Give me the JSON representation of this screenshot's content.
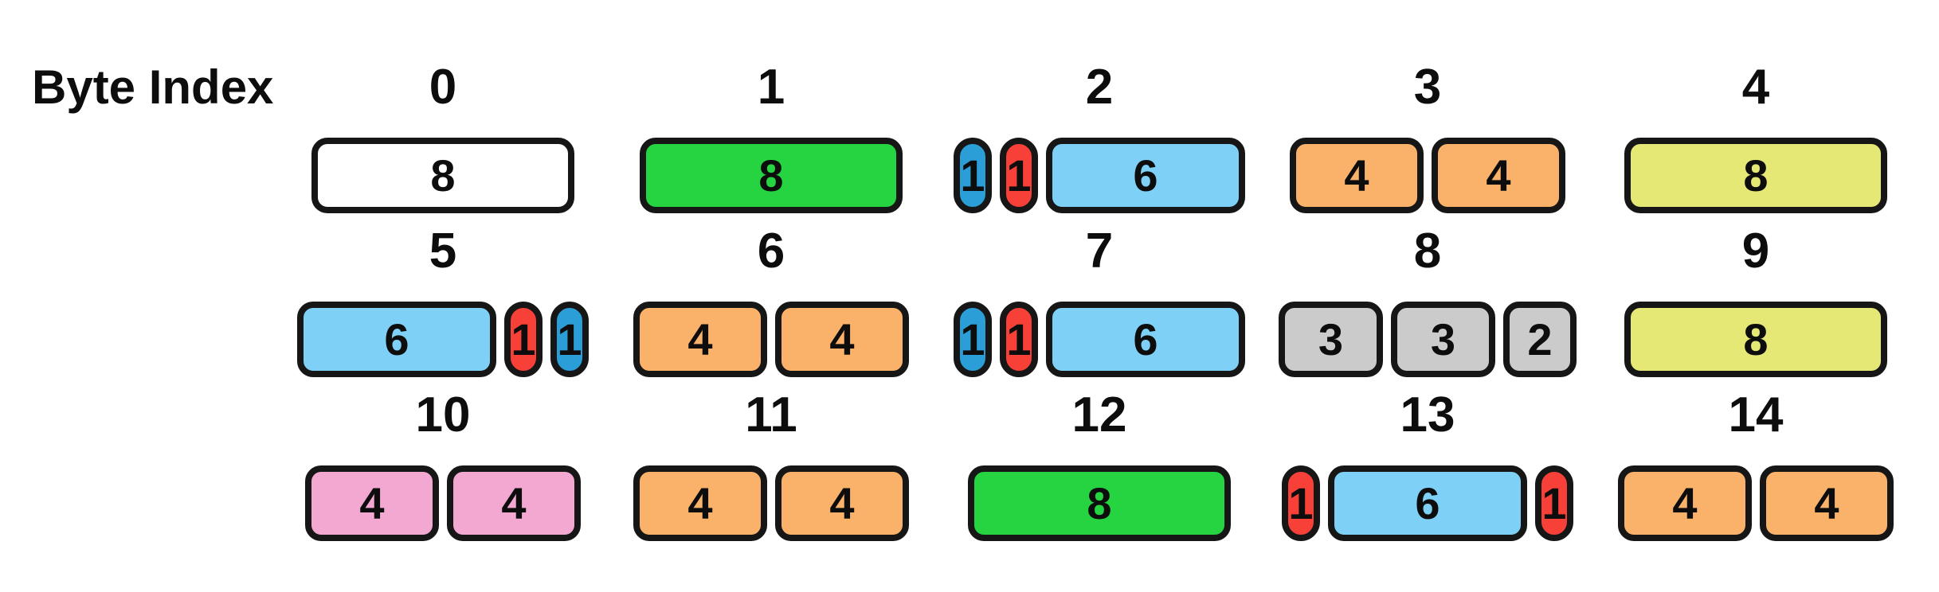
{
  "title": "Byte Index",
  "palette": {
    "white": "#ffffff",
    "green": "#26d341",
    "blue": "#2b9ed8",
    "red": "#f74138",
    "lightblue": "#7fd0f6",
    "orange": "#fab26b",
    "yellowgreen": "#e6e876",
    "gray": "#cbcbcb",
    "pink": "#f3a8d1",
    "border": "#161616",
    "text": "#0d0d0d"
  },
  "bytes": [
    {
      "index": "0",
      "segments": [
        {
          "value": "8",
          "color": "white"
        }
      ]
    },
    {
      "index": "1",
      "segments": [
        {
          "value": "8",
          "color": "green"
        }
      ]
    },
    {
      "index": "2",
      "segments": [
        {
          "value": "1",
          "color": "blue"
        },
        {
          "value": "1",
          "color": "red"
        },
        {
          "value": "6",
          "color": "lightblue"
        }
      ]
    },
    {
      "index": "3",
      "segments": [
        {
          "value": "4",
          "color": "orange"
        },
        {
          "value": "4",
          "color": "orange"
        }
      ]
    },
    {
      "index": "4",
      "segments": [
        {
          "value": "8",
          "color": "yellowgreen"
        }
      ]
    },
    {
      "index": "5",
      "segments": [
        {
          "value": "6",
          "color": "lightblue"
        },
        {
          "value": "1",
          "color": "red"
        },
        {
          "value": "1",
          "color": "blue"
        }
      ]
    },
    {
      "index": "6",
      "segments": [
        {
          "value": "4",
          "color": "orange"
        },
        {
          "value": "4",
          "color": "orange"
        }
      ]
    },
    {
      "index": "7",
      "segments": [
        {
          "value": "1",
          "color": "blue"
        },
        {
          "value": "1",
          "color": "red"
        },
        {
          "value": "6",
          "color": "lightblue"
        }
      ]
    },
    {
      "index": "8",
      "segments": [
        {
          "value": "3",
          "color": "gray"
        },
        {
          "value": "3",
          "color": "gray"
        },
        {
          "value": "2",
          "color": "gray"
        }
      ]
    },
    {
      "index": "9",
      "segments": [
        {
          "value": "8",
          "color": "yellowgreen"
        }
      ]
    },
    {
      "index": "10",
      "segments": [
        {
          "value": "4",
          "color": "pink"
        },
        {
          "value": "4",
          "color": "pink"
        }
      ]
    },
    {
      "index": "11",
      "segments": [
        {
          "value": "4",
          "color": "orange"
        },
        {
          "value": "4",
          "color": "orange"
        }
      ]
    },
    {
      "index": "12",
      "segments": [
        {
          "value": "8",
          "color": "green"
        }
      ]
    },
    {
      "index": "13",
      "segments": [
        {
          "value": "1",
          "color": "red"
        },
        {
          "value": "6",
          "color": "lightblue"
        },
        {
          "value": "1",
          "color": "red"
        }
      ]
    },
    {
      "index": "14",
      "segments": [
        {
          "value": "4",
          "color": "orange"
        },
        {
          "value": "4",
          "color": "orange"
        }
      ]
    }
  ]
}
